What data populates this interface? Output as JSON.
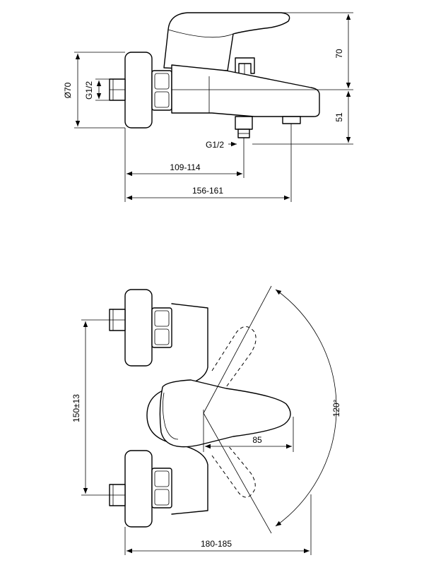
{
  "side_view": {
    "dims": {
      "diameter": "Ø70",
      "inlet_thread": "G1/2",
      "outlet_thread": "G1/2",
      "height_upper": "70",
      "height_lower": "51",
      "depth_outlet": "109-114",
      "depth_spout": "156-161"
    }
  },
  "top_view": {
    "dims": {
      "inlet_spacing": "150±13",
      "lever_length": "85",
      "lever_angle": "120°",
      "total_depth": "180-185"
    }
  }
}
